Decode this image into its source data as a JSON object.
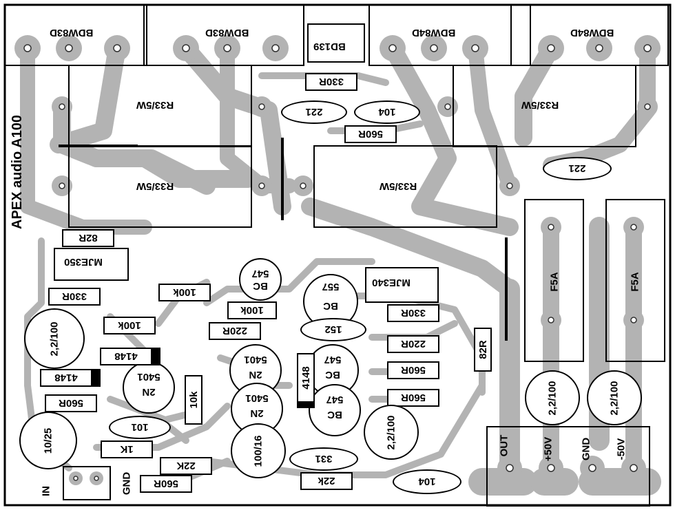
{
  "title": "APEX audio A100",
  "power_transistors": [
    "BDW83D",
    "BDW83D",
    "BDW84D",
    "BDW84D"
  ],
  "driver_transistor": "BD139",
  "emitter_resistors": [
    "R33/5W",
    "R33/5W",
    "R33/5W",
    "R33/5W"
  ],
  "fuses": [
    "F5A",
    "F5A"
  ],
  "medium_transistors": [
    "MJE350",
    "MJE340"
  ],
  "small_transistors": {
    "bc_top_left": [
      "BC",
      "547"
    ],
    "bc_top_right": [
      "BC",
      "557"
    ],
    "bc_mid": [
      "BC",
      "547"
    ],
    "bc_low": [
      "BC",
      "547"
    ],
    "n5401_a": [
      "2N",
      "5401"
    ],
    "n5401_b": [
      "2N",
      "5401"
    ],
    "n5401_c": [
      "2N",
      "5401"
    ]
  },
  "resistors": {
    "r330_top": "330R",
    "r560_top": "560R",
    "r82_left": "82R",
    "r330_left": "330R",
    "r100k_a": "100k",
    "r100k_b": "100k",
    "r100k_c": "100k",
    "r220_a": "220R",
    "r330_right": "330R",
    "r220_b": "220R",
    "r560_a": "560R",
    "r560_b": "560R",
    "r560_left": "560R",
    "r10k": "10k",
    "r1k": "1K",
    "r22k_a": "22K",
    "r560_bottom": "560R",
    "r22k_b": "22k",
    "r82_right": "82R"
  },
  "caps": {
    "c221_top": "221",
    "c104_top": "104",
    "c221_right": "221",
    "c152": "152",
    "c101": "101",
    "c331": "331",
    "c104_bottom": "104"
  },
  "ecaps": {
    "e_left_top": "2,2/100",
    "e_left_bottom": "10/25",
    "e_center": "100/16",
    "e_mid": "2,2/100",
    "e_right_a": "2,2/100",
    "e_right_b": "2,2/100"
  },
  "diodes": [
    "4148",
    "4148",
    "4148"
  ],
  "connector_labels": {
    "out": "OUT",
    "pos": "+50V",
    "gnd": "GND",
    "neg": "-50V",
    "in": "IN",
    "in_gnd": "GND"
  }
}
